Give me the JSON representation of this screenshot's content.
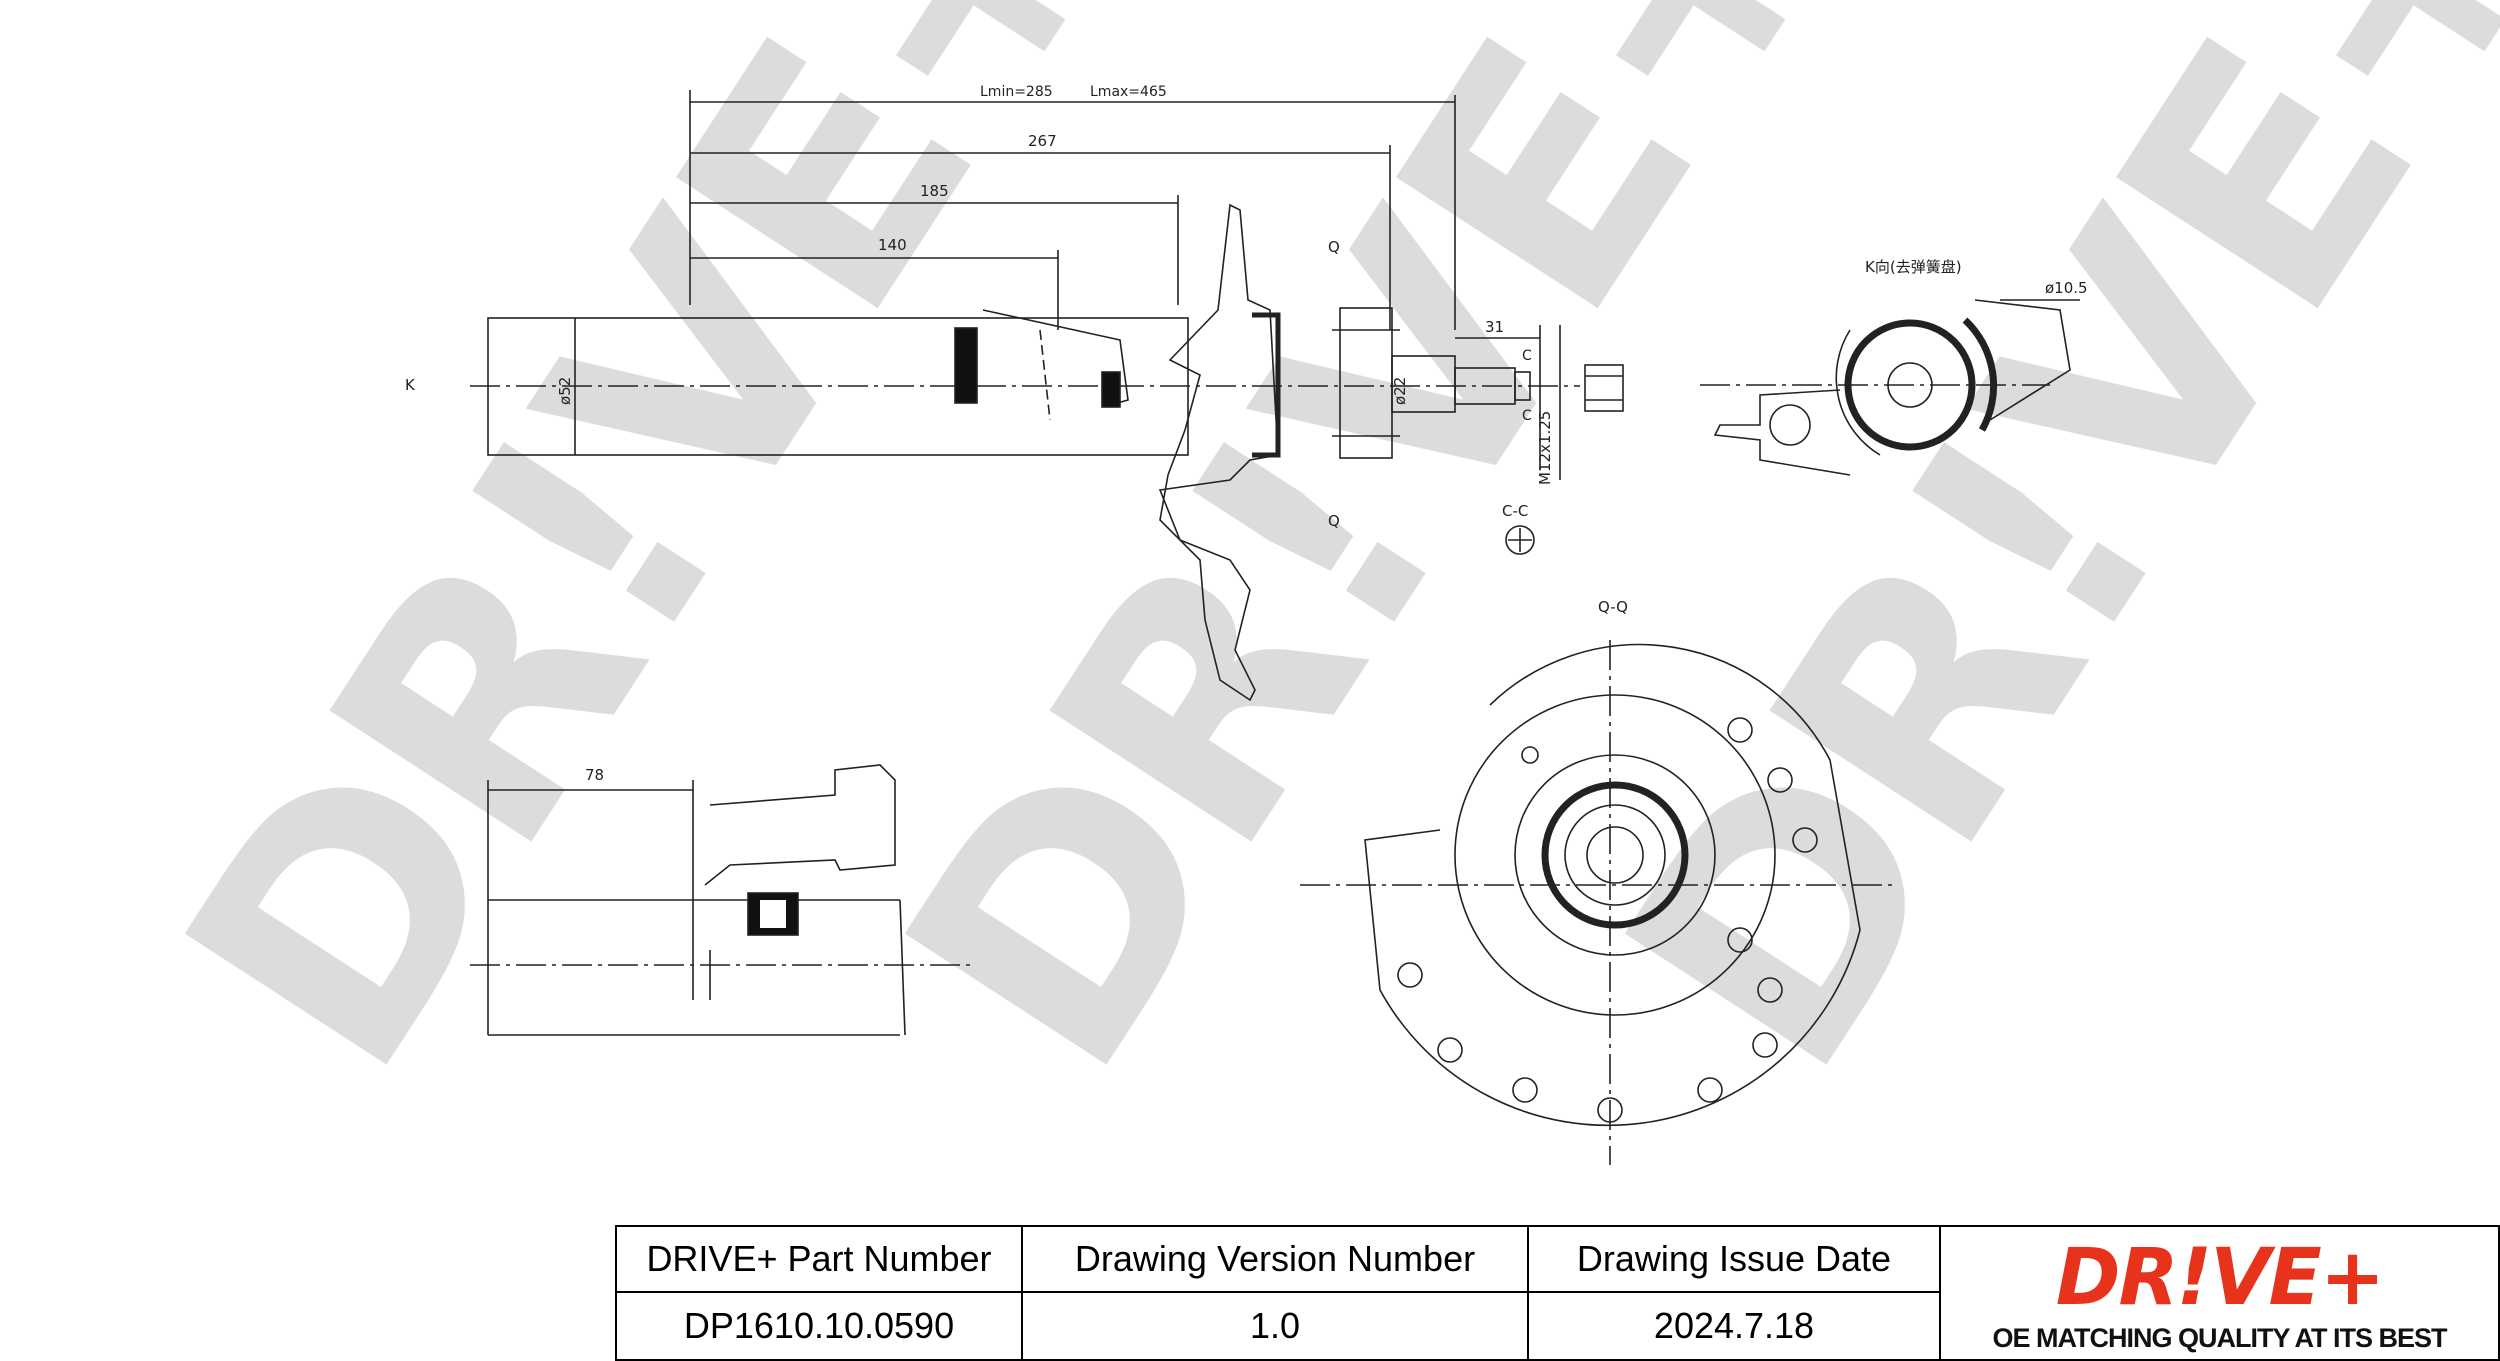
{
  "watermark": {
    "text": "DR!VE+",
    "color": "#dcdcdc"
  },
  "dimensions": {
    "lmin": "Lmin=285",
    "lmax": "Lmax=465",
    "d267": "267",
    "d185": "185",
    "d140": "140",
    "d31": "31",
    "d78": "78",
    "dia52": "ø52",
    "dia22": "ø22",
    "thread": "M12x1.25",
    "dia105": "ø10.5",
    "k_marker": "K",
    "q_top": "Q",
    "q_bottom": "Q",
    "c_top": "C",
    "c_bottom": "C"
  },
  "views": {
    "k_view": "K向(去弹簧盘)",
    "qq": "Q-Q",
    "cc": "C-C"
  },
  "title_block": {
    "headers": {
      "part_number": "DRIVE+ Part Number",
      "version": "Drawing Version Number",
      "issue_date": "Drawing Issue Date"
    },
    "values": {
      "part_number": "DP1610.10.0590",
      "version": "1.0",
      "issue_date": "2024.7.18"
    },
    "logo": {
      "text": "DR!VE+",
      "tagline": "OE MATCHING QUALITY AT ITS BEST",
      "color": "#e8331c"
    }
  }
}
